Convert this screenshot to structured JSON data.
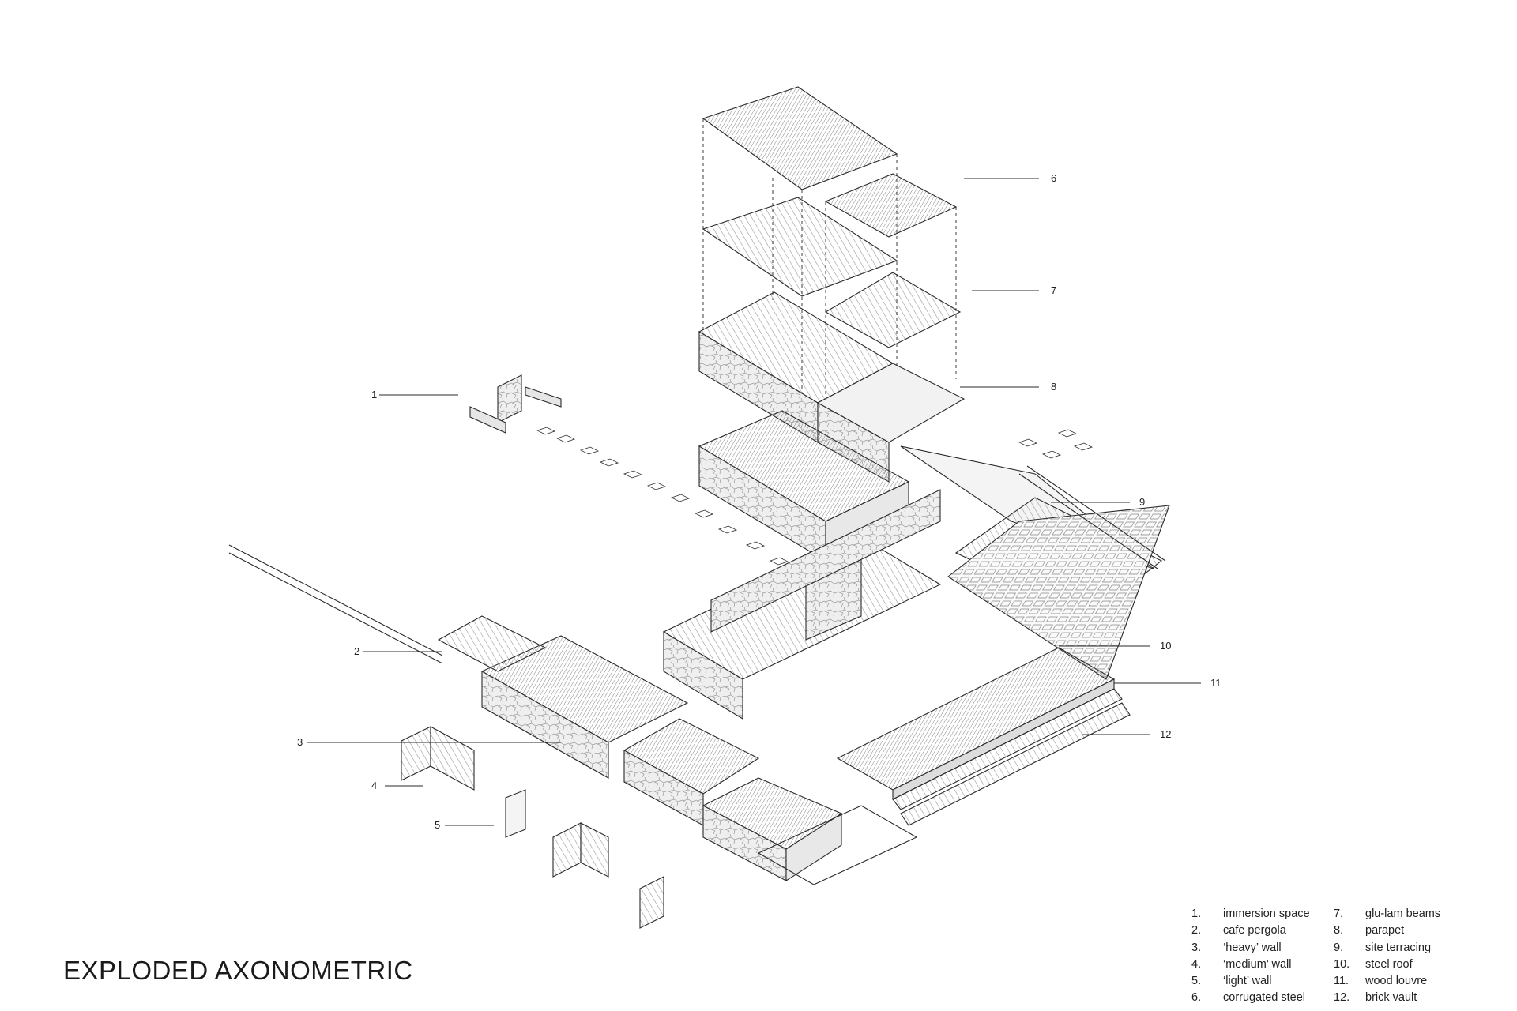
{
  "title": "EXPLODED AXONOMETRIC",
  "callouts": [
    {
      "id": "1",
      "label": "1"
    },
    {
      "id": "2",
      "label": "2"
    },
    {
      "id": "3",
      "label": "3"
    },
    {
      "id": "4",
      "label": "4"
    },
    {
      "id": "5",
      "label": "5"
    },
    {
      "id": "6",
      "label": "6"
    },
    {
      "id": "7",
      "label": "7"
    },
    {
      "id": "8",
      "label": "8"
    },
    {
      "id": "9",
      "label": "9"
    },
    {
      "id": "10",
      "label": "10"
    },
    {
      "id": "11",
      "label": "11"
    },
    {
      "id": "12",
      "label": "12"
    }
  ],
  "legend": {
    "left": [
      {
        "num": "1.",
        "text": "immersion space"
      },
      {
        "num": "2.",
        "text": "cafe pergola"
      },
      {
        "num": "3.",
        "text": "‘heavy’ wall"
      },
      {
        "num": "4.",
        "text": "‘medium’ wall"
      },
      {
        "num": "5.",
        "text": "‘light’ wall"
      },
      {
        "num": "6.",
        "text": "corrugated steel"
      }
    ],
    "right": [
      {
        "num": "7.",
        "text": "glu-lam beams"
      },
      {
        "num": "8.",
        "text": "parapet"
      },
      {
        "num": "9.",
        "text": "site terracing"
      },
      {
        "num": "10.",
        "text": "steel roof"
      },
      {
        "num": "11.",
        "text": "wood louvre"
      },
      {
        "num": "12.",
        "text": "brick vault"
      }
    ]
  },
  "colors": {
    "ink": "#2a2a2a",
    "roof": "#cfcfcf",
    "wall": "#e6e6e6",
    "pergola": "#efefef"
  }
}
